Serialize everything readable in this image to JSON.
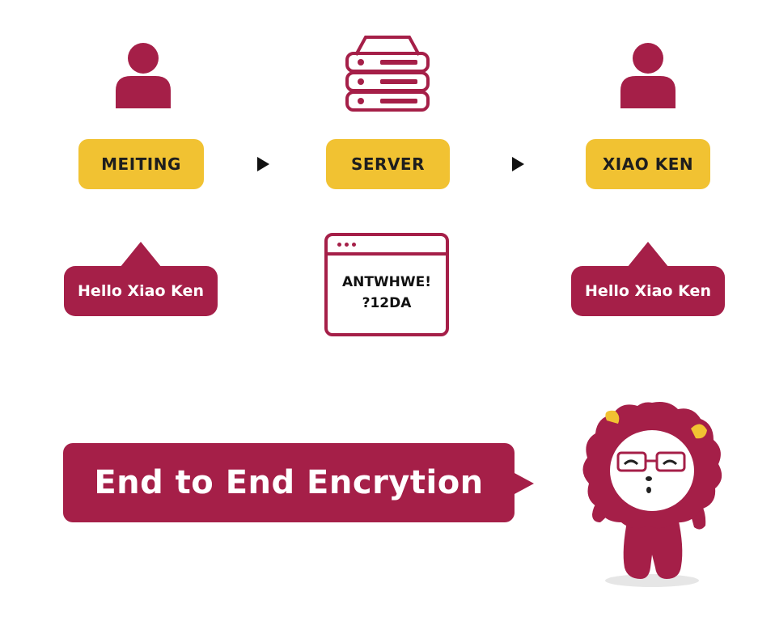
{
  "colors": {
    "accent": "#a51f48",
    "label": "#f1c232",
    "text": "#1e1e1e"
  },
  "nodes": [
    {
      "label": "MEITING",
      "icon": "user-icon"
    },
    {
      "label": "SERVER",
      "icon": "server-icon"
    },
    {
      "label": "XIAO KEN",
      "icon": "user-icon"
    }
  ],
  "messages": {
    "sender": "Hello Xiao Ken",
    "server_line1": "ANTWHWE!",
    "server_line2": "?12DA",
    "receiver": "Hello Xiao Ken"
  },
  "banner": {
    "text": "End to End Encrytion"
  },
  "mascot": {
    "icon": "mascot-lion-icon"
  }
}
